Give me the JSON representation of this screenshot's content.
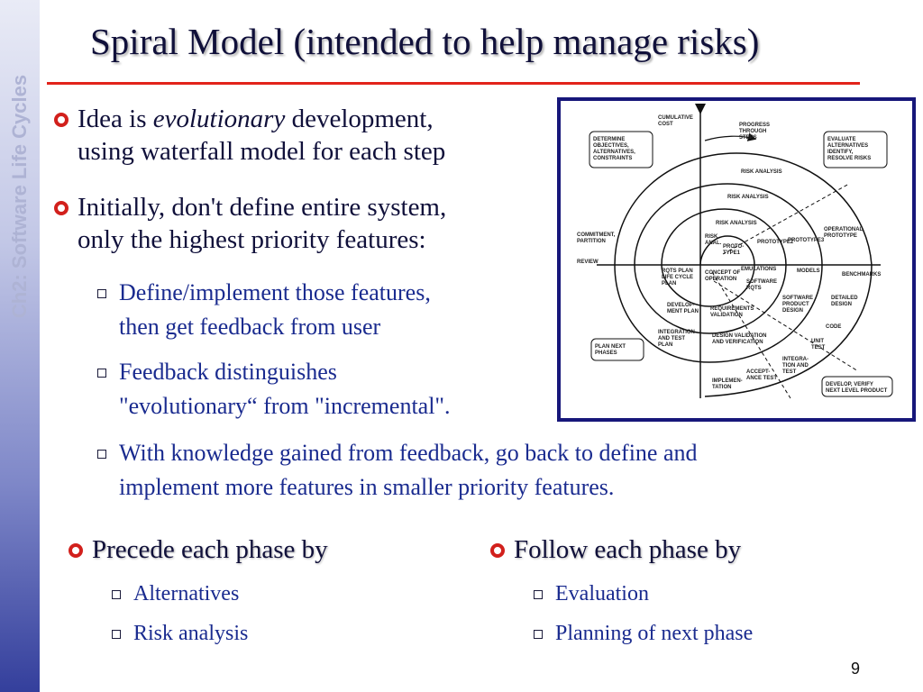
{
  "side_label": "Ch2: Software Life Cycles",
  "title": "Spiral Model (intended to help manage risks)",
  "bullets": {
    "b1_pre": "Idea is ",
    "b1_italic": "evolutionary",
    "b1_post": " development,",
    "b1_line2": "using waterfall model for each step",
    "b2_line1": "Initially, don't define entire system,",
    "b2_line2": "only the highest priority features:",
    "s1_line1": "Define/implement those features,",
    "s1_line2": "then get feedback from user",
    "s2_line1": "Feedback distinguishes",
    "s2_line2": "\"evolutionary“ from \"incremental\".",
    "s3_line1": "With knowledge gained from feedback, go back to define and",
    "s3_line2": "implement more features in smaller priority features."
  },
  "precede": {
    "heading": "Precede each phase by",
    "items": [
      "Alternatives",
      "Risk analysis"
    ]
  },
  "follow": {
    "heading": "Follow each phase by",
    "items": [
      "Evaluation",
      "Planning of next phase"
    ]
  },
  "figure": {
    "cumulative_cost": [
      "CUMULATIVE",
      "COST"
    ],
    "progress": [
      "PROGRESS",
      "THROUGH",
      "STEPS"
    ],
    "determine": [
      "DETERMINE",
      "OBJECTIVES,",
      "ALTERNATIVES,",
      "CONSTRAINTS"
    ],
    "evaluate": [
      "EVALUATE",
      "ALTERNATIVES",
      "IDENTIFY,",
      "RESOLVE RISKS"
    ],
    "commitment": [
      "COMMITMENT,",
      "PARTITION"
    ],
    "review": "REVIEW",
    "plan_next": [
      "PLAN NEXT",
      "PHASES"
    ],
    "develop_verify": [
      "DEVELOP, VERIFY",
      "NEXT LEVEL PRODUCT"
    ],
    "risk_analysis": "RISK ANALYSIS",
    "risk_anal": [
      "RISK",
      "ANAL."
    ],
    "proto_type1": [
      "PROTO-",
      "TYPE1"
    ],
    "prototype2": "PROTOTYPE2",
    "prototype3": "PROTOTYPE3",
    "operational": [
      "OPERATIONAL",
      "PROTOTYPE"
    ],
    "emulations": "EMULATIONS",
    "models": "MODELS",
    "benchmarks": "BENCHMARKS",
    "rqts_plan": [
      "RQTS PLAN",
      "LIFE CYCLE",
      "PLAN"
    ],
    "concept": [
      "CONCEPT OF",
      "OPERATION"
    ],
    "software_rqts": [
      "SOFTWARE",
      "RQTS"
    ],
    "software_design": [
      "SOFTWARE",
      "PRODUCT",
      "DESIGN"
    ],
    "detailed_design": [
      "DETAILED",
      "DESIGN"
    ],
    "development_plan": [
      "DEVELOP-",
      "MENT PLAN"
    ],
    "requirements_validation": [
      "REQUIREMENTS",
      "VALIDATION"
    ],
    "code": "CODE",
    "integration_plan": [
      "INTEGRATION",
      "AND TEST",
      "PLAN"
    ],
    "design_validation": [
      "DESIGN VALIDATION",
      "AND VERIFICATION"
    ],
    "unit_test": [
      "UNIT",
      "TEST"
    ],
    "integration_test": [
      "INTEGRA-",
      "TION AND",
      "TEST"
    ],
    "acceptance_test": [
      "ACCEPT-",
      "ANCE TEST"
    ],
    "implementation": [
      "IMPLEMEN-",
      "TATION"
    ]
  },
  "page_number": "9",
  "colors": {
    "accent_red": "#d2201c",
    "title_navy": "#10103a",
    "figure_border": "#17177a",
    "sub_blue": "#1a2b8f"
  }
}
